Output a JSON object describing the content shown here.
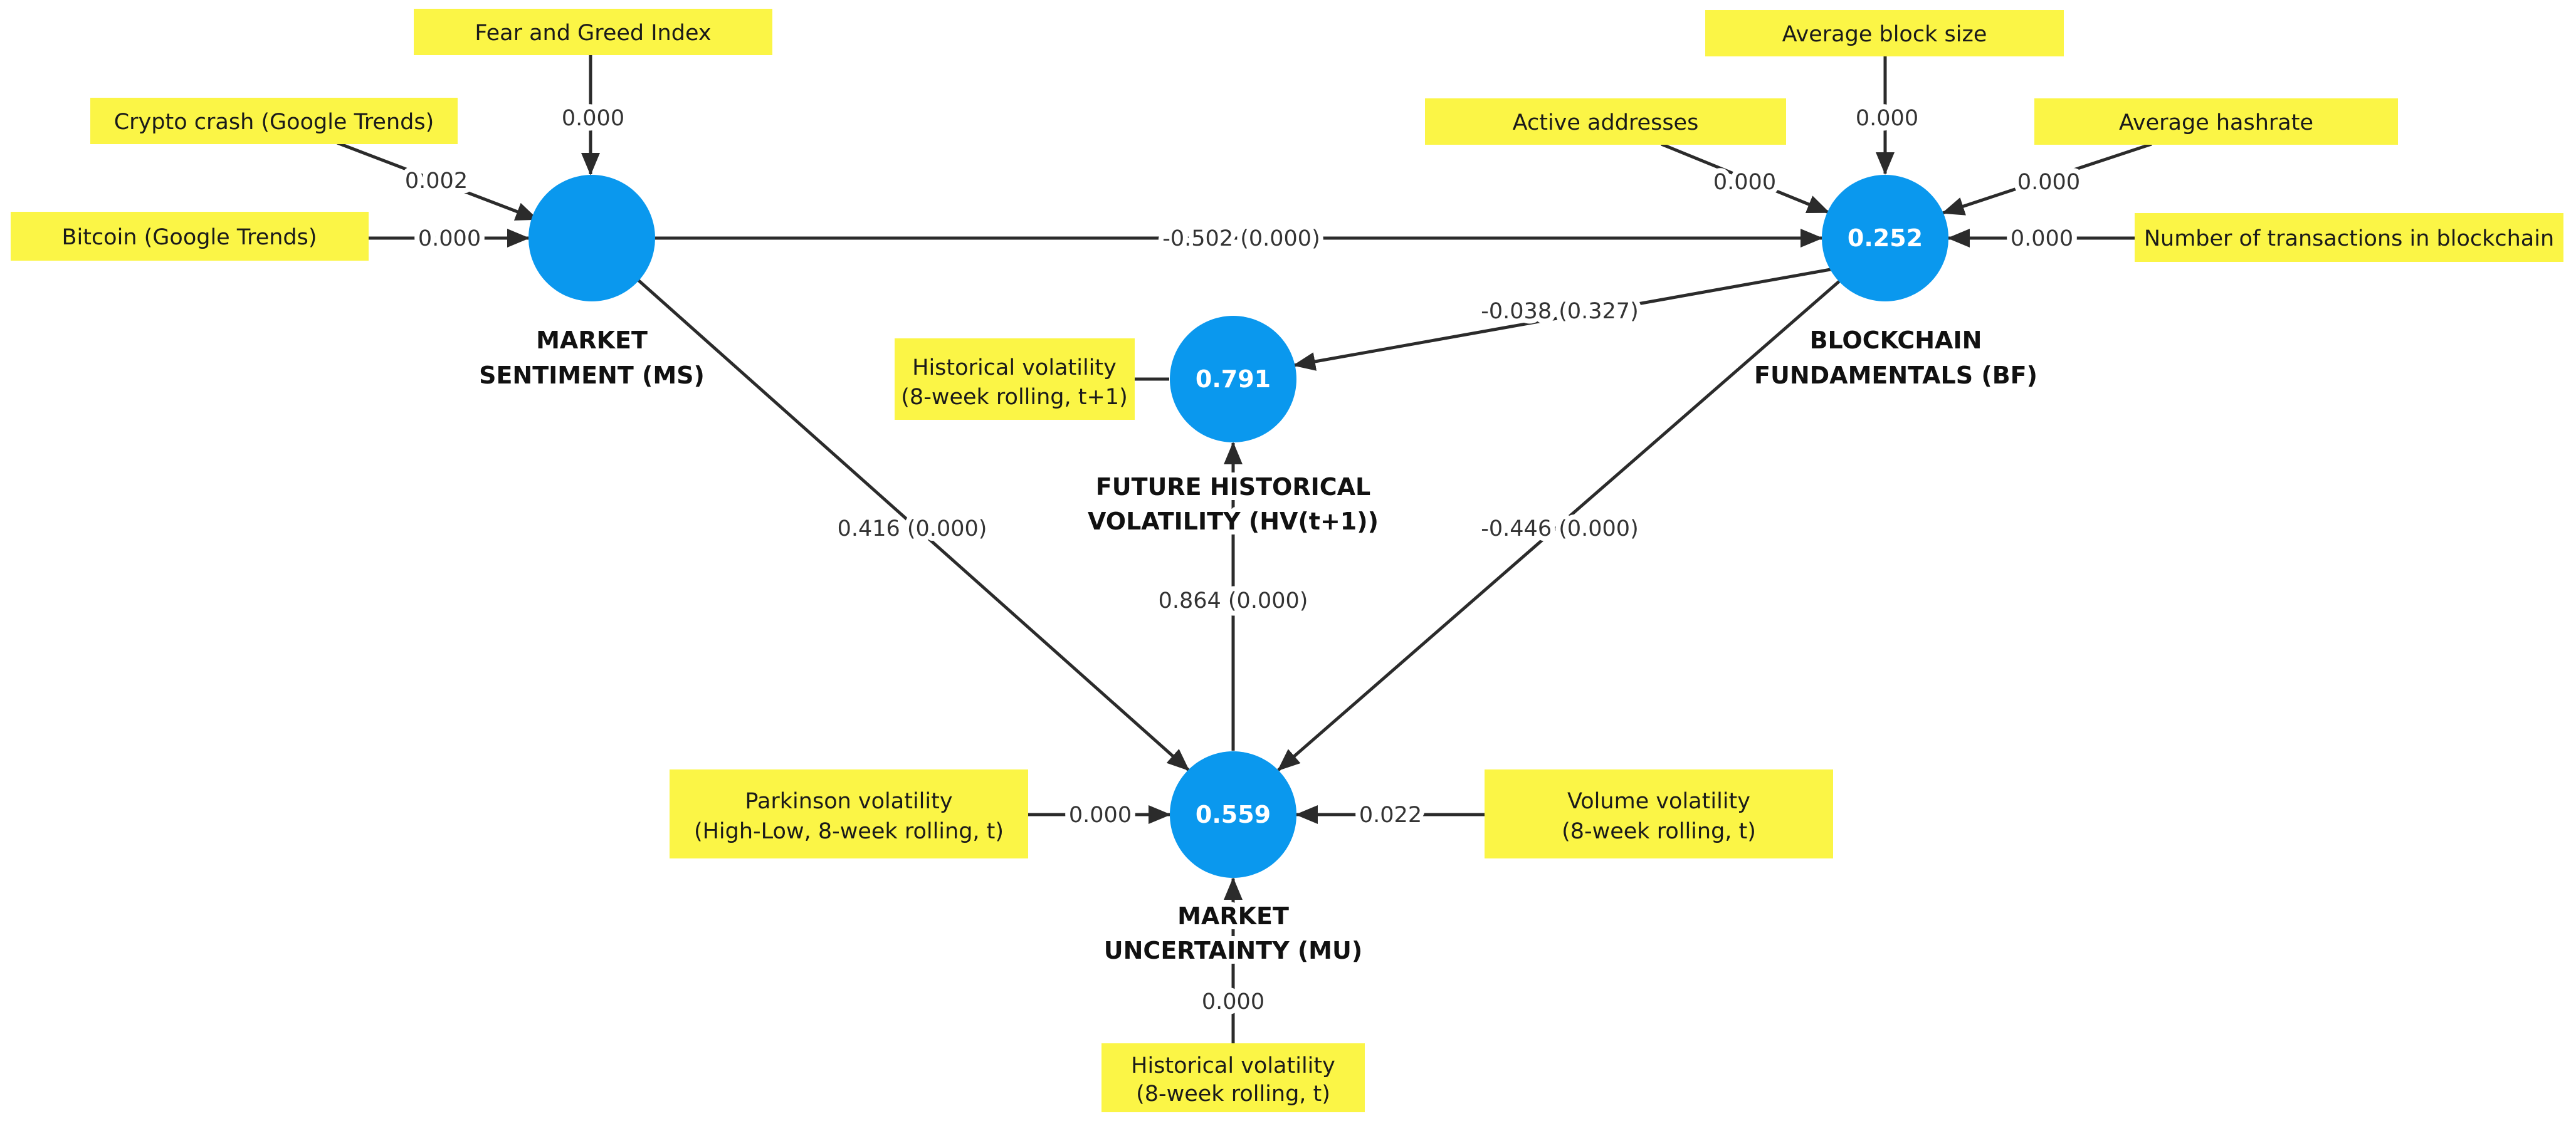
{
  "colors": {
    "construct_fill": "#0a98ee",
    "indicator_fill": "#fbf546",
    "line": "#2b2b2b",
    "background": "#ffffff"
  },
  "constructs": {
    "ms": {
      "label_line1": "MARKET",
      "label_line2": "SENTIMENT (MS)",
      "r2": ""
    },
    "bf": {
      "label_line1": "BLOCKCHAIN",
      "label_line2": "FUNDAMENTALS (BF)",
      "r2": "0.252"
    },
    "hv": {
      "label_line1": "FUTURE HISTORICAL",
      "label_line2": "VOLATILITY (HV(t+1))",
      "r2": "0.791"
    },
    "mu": {
      "label_line1": "MARKET",
      "label_line2": "UNCERTAINTY (MU)",
      "r2": "0.559"
    }
  },
  "indicators": {
    "fear_greed": {
      "line1": "Fear and Greed Index",
      "weight": "0.000"
    },
    "crypto_crash": {
      "line1": "Crypto crash (Google Trends)",
      "weight": "0.002"
    },
    "bitcoin": {
      "line1": "Bitcoin (Google Trends)",
      "weight": "0.000"
    },
    "avg_block_size": {
      "line1": "Average block size",
      "weight": "0.000"
    },
    "active_addresses": {
      "line1": "Active addresses",
      "weight": "0.000"
    },
    "avg_hashrate": {
      "line1": "Average hashrate",
      "weight": "0.000"
    },
    "num_transactions": {
      "line1": "Number of transactions in blockchain",
      "weight": "0.000"
    },
    "hv_t1": {
      "line1": "Historical volatility",
      "line2": "(8-week rolling, t+1)"
    },
    "parkinson": {
      "line1": "Parkinson volatility",
      "line2": "(High-Low, 8-week rolling, t)",
      "weight": "0.000"
    },
    "volume_vol": {
      "line1": "Volume volatility",
      "line2": "(8-week rolling, t)",
      "weight": "0.022"
    },
    "hv_t": {
      "line1": "Historical volatility",
      "line2": "(8-week rolling, t)",
      "weight": "0.000"
    }
  },
  "paths": {
    "ms_bf": "-0.502 (0.000)",
    "bf_hv": "-0.038 (0.327)",
    "ms_mu": "0.416 (0.000)",
    "bf_mu": "-0.446 (0.000)",
    "mu_hv": "0.864 (0.000)"
  }
}
